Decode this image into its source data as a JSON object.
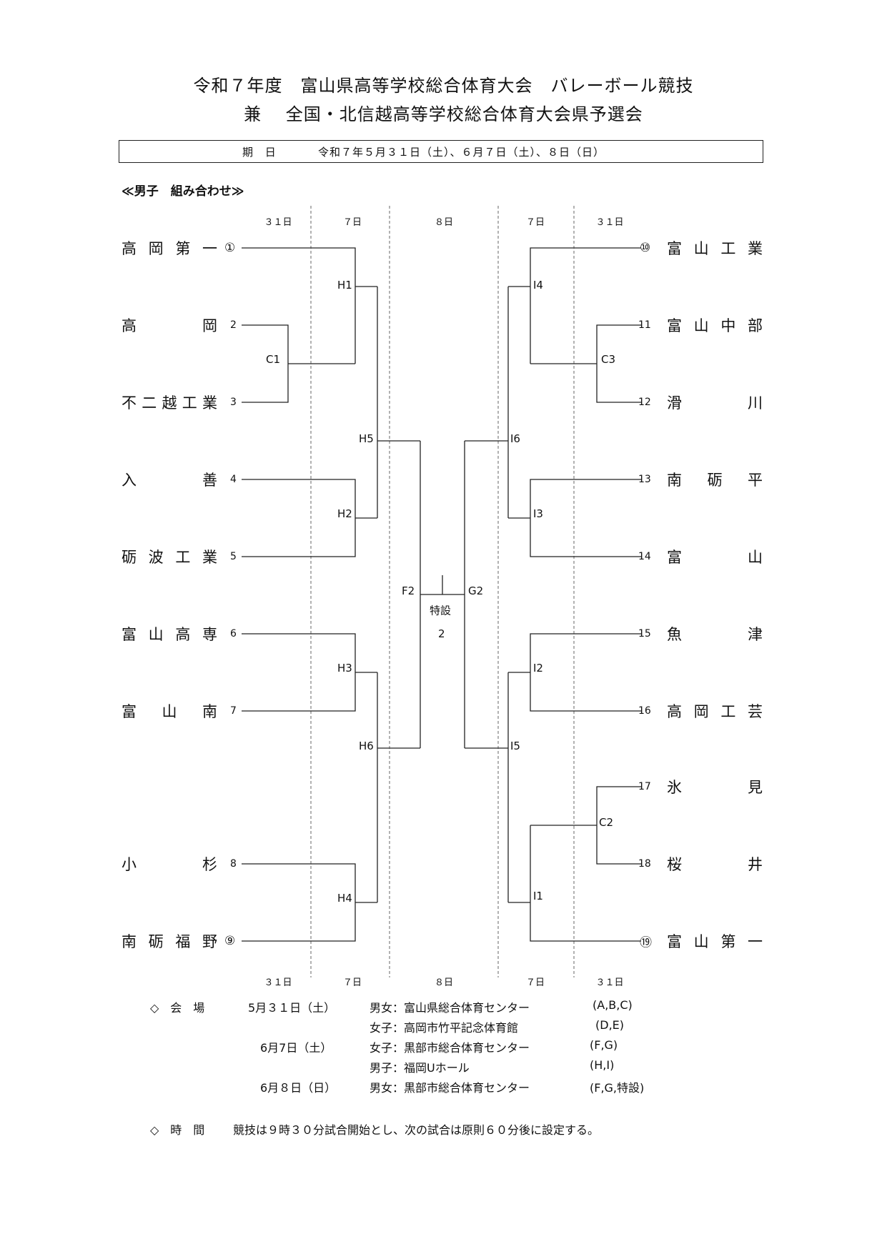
{
  "header": {
    "title_line1": "令和７年度　富山県高等学校総合体育大会　バレーボール競技",
    "title_line2": "兼　 全国・北信越高等学校総合体育大会県予選会"
  },
  "date_box": {
    "label": "期 日",
    "value": "令和７年５月３１日（土）、６月７日（土）、８日（日）"
  },
  "section_title": "≪男子　組み合わせ≫",
  "columns": [
    "３１日",
    "７日",
    "８日",
    "７日",
    "３１日"
  ],
  "left_teams": [
    {
      "name": "高岡第一",
      "seed": "①"
    },
    {
      "name": "高岡",
      "seed": "2"
    },
    {
      "name": "不二越工業",
      "seed": "3"
    },
    {
      "name": "入善",
      "seed": "4"
    },
    {
      "name": "砺波工業",
      "seed": "5"
    },
    {
      "name": "富山高専",
      "seed": "6"
    },
    {
      "name": "富山南",
      "seed": "7"
    },
    {
      "name": "小杉",
      "seed": "8"
    },
    {
      "name": "南砺福野",
      "seed": "⑨"
    }
  ],
  "right_teams": [
    {
      "name": "富山工業",
      "seed": "⑩"
    },
    {
      "name": "富山中部",
      "seed": "11"
    },
    {
      "name": "滑川",
      "seed": "12"
    },
    {
      "name": "南砺平",
      "seed": "13"
    },
    {
      "name": "富山",
      "seed": "14"
    },
    {
      "name": "魚津",
      "seed": "15"
    },
    {
      "name": "高岡工芸",
      "seed": "16"
    },
    {
      "name": "氷見",
      "seed": "17"
    },
    {
      "name": "桜井",
      "seed": "18"
    },
    {
      "name": "富山第一",
      "seed": "⑲"
    }
  ],
  "matches": {
    "c1": "C1",
    "c2": "C2",
    "c3": "C3",
    "h1": "H1",
    "h2": "H2",
    "h3": "H3",
    "h4": "H4",
    "h5": "H5",
    "h6": "H6",
    "i1": "I1",
    "i2": "I2",
    "i3": "I3",
    "i4": "I4",
    "i5": "I5",
    "i6": "I6",
    "f2": "F2",
    "g2": "G2",
    "final_court": "特設",
    "final_court_num": "2"
  },
  "venue": {
    "label": "◇　会　場",
    "rows": [
      {
        "date": "5月３１日（土）",
        "detail": "男女：富山県総合体育センター",
        "courts": "(A,B,C)"
      },
      {
        "date": "",
        "detail": "女子：高岡市竹平記念体育館",
        "courts": "(D,E)"
      },
      {
        "date": "6月7日（土）",
        "detail": "女子：黒部市総合体育センター",
        "courts": "(F,G)"
      },
      {
        "date": "",
        "detail": "男子：福岡Uホール",
        "courts": "(H,I)"
      },
      {
        "date": "6月８日（日）",
        "detail": "男女：黒部市総合体育センター",
        "courts": "(F,G,特設)"
      }
    ]
  },
  "time": {
    "label": "◇　時　間",
    "text": "競技は９時３０分試合開始とし、次の試合は原則６０分後に設定する。"
  }
}
